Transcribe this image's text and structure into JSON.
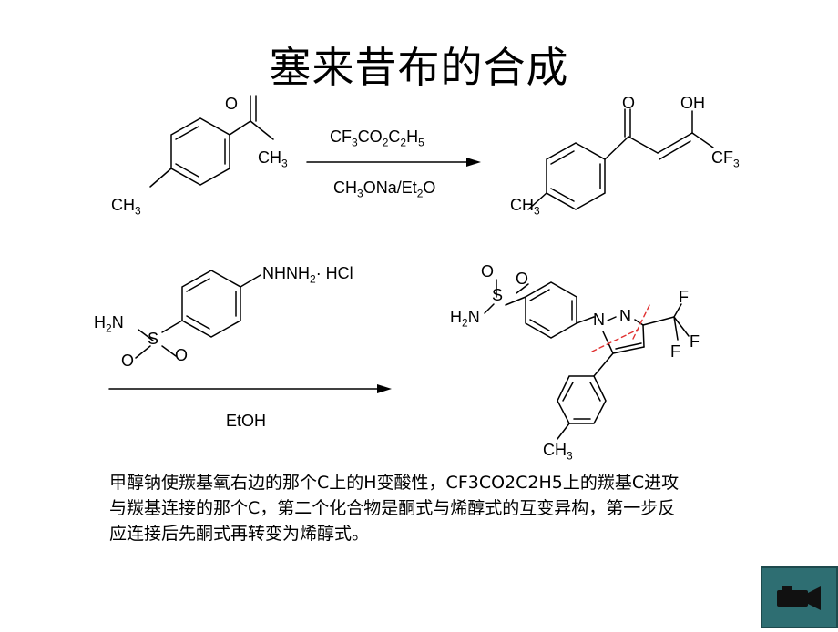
{
  "title": "塞来昔布的合成",
  "step1": {
    "reactant": {
      "ketone_o": "O",
      "methyl": "CH3",
      "ring_methyl": "CH3"
    },
    "reagent_above": "CF3CO2C2H5",
    "reagent_below": "CH3ONa/Et2O",
    "product": {
      "keto_o": "O",
      "enol_oh": "OH",
      "cf3": "CF3",
      "ring_methyl": "CH3"
    }
  },
  "step2": {
    "hydrazine": {
      "group": "NHNH2· HCl",
      "sulfonamide_n": "H2N",
      "s": "S",
      "o1": "O",
      "o2": "O"
    },
    "solvent": "EtOH",
    "celecoxib": {
      "o_top": "O",
      "s": "S",
      "o_right": "O",
      "amine": "H2N",
      "n1": "N",
      "n2": "N",
      "f1": "F",
      "f2": "F",
      "f3": "F",
      "ring_methyl": "CH3"
    }
  },
  "note": "甲醇钠使羰基氧右边的那个C上的H变酸性，CF3CO2C2H5上的羰基C进攻与羰基连接的那个C，第二个化合物是酮式与烯醇式的互变异构，第一步反应连接后先酮式再转变为烯醇式。",
  "colors": {
    "nav_button": "#2e6e72",
    "cut_marks": "#e03030"
  },
  "icons": {
    "nav": "film-camera-icon"
  }
}
